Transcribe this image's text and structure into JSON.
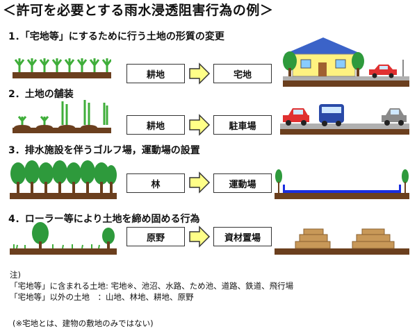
{
  "title": "＜許可を必要とする雨水浸透阻害行為の例＞",
  "sections": [
    {
      "heading": "1．「宅地等」にするために行う土地の形質の変更",
      "from": "耕地",
      "to": "宅地"
    },
    {
      "heading": "2．土地の舗装",
      "from": "耕地",
      "to": "駐車場"
    },
    {
      "heading": "3．排水施設を伴うゴルフ場，運動場の設置",
      "from": "林",
      "to": "運動場"
    },
    {
      "heading": "4．ローラー等により土地を締め固める行為",
      "from": "原野",
      "to": "資材置場"
    }
  ],
  "notes": {
    "label": "注)",
    "line1": "「宅地等」に含まれる土地: 宅地※、池沼、水路、ため池、道路、鉄道、飛行場",
    "line2": "「宅地等」以外の土地　：山地、林地、耕地、原野",
    "footnote": "(※宅地とは、建物の敷地のみではない)"
  },
  "colors": {
    "soil": "#6b3f1e",
    "grass": "#3fae3a",
    "tree": "#2e9a3c",
    "arrow_fill": "#ffff88",
    "house_wall": "#fff280",
    "house_roof": "#3b63c8",
    "road": "#b0b0b0",
    "car_red": "#e03030",
    "bus_blue": "#2a4aa8",
    "car_gray": "#8a8a8a",
    "field_line": "#1a2ee0",
    "timber": "#c89858"
  }
}
